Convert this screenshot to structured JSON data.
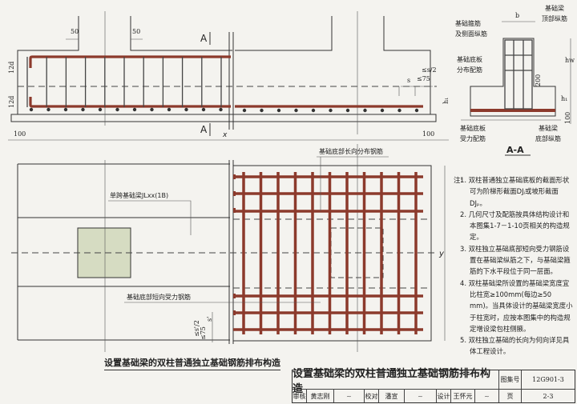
{
  "elevation": {
    "dim_50": "50",
    "section_mark": "A",
    "dim_12d": "12d",
    "dim_100": "100",
    "axis_x": "x",
    "dim_s": "s",
    "dim_s_half": "≤s/2",
    "dim_75": "≤75",
    "h1": "h₁"
  },
  "section": {
    "title": "A-A",
    "label_stirrup": [
      "基础箍筋",
      "及侧面纵筋"
    ],
    "label_top_bars": [
      "基础梁",
      "顶部纵筋"
    ],
    "label_dist_bars": [
      "基础底板",
      "分布配筋"
    ],
    "label_bottom_slab": [
      "基础底板",
      "受力配筋"
    ],
    "label_bottom_bars": [
      "基础梁",
      "底部纵筋"
    ],
    "dim_b": "b",
    "dim_hw": "hw",
    "dim_200": "200",
    "dim_h1": "h₁",
    "dim_100": "100"
  },
  "plan": {
    "beam_label": "单跨基础梁JLxx(1B)",
    "short_bars_label": "基础底部短向受力钢筋",
    "long_bars_label": "基础底部长向分布钢筋",
    "axis_y": "y",
    "dim_s_half": "≤s'/2",
    "dim_75": "≤75",
    "dim_s": "s'"
  },
  "caption": "设置基础梁的双柱普通独立基础钢筋排布构造",
  "notes": {
    "head": "注:",
    "items": [
      "1. 双柱普通独立基础底板的截面形状可为阶梯形截面DJⱼ或坡形截面DJₚ。",
      "2. 几何尺寸及配筋按具体结构设计和本图集1-7－1-10页相关的构造规定。",
      "3. 双柱独立基础底部短向受力钢筋设置在基础梁纵筋之下，与基础梁箍筋的下水平段位于同一层面。",
      "4. 双柱基础梁所设置的基础梁宽度宜比柱宽≥100mm(每边≥50 mm)。当具体设计的基础梁宽度小于柱宽时，应按本图集中的构造规定增设梁包柱侧腋。",
      "5. 双柱独立基础的长向为何向详见具体工程设计。"
    ]
  },
  "title_block": {
    "title": "设置基础梁的双柱普通独立基础钢筋排布构造",
    "atlas_label": "图集号",
    "atlas_no": "12G901-3",
    "review_label": "审核",
    "reviewer": "黄志刚",
    "check_label": "校对",
    "checker": "潘宣",
    "design_label": "设计",
    "designer": "王怀元",
    "page_label": "页",
    "page_no": "2-3"
  },
  "colors": {
    "rebar": "#8c3a2c",
    "column": "#d6dcc2"
  }
}
